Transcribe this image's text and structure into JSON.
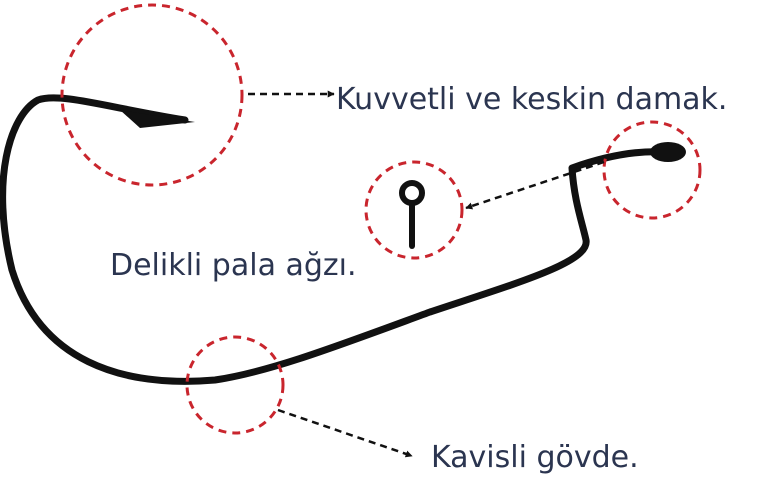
{
  "labels": {
    "barb": "Kuvvetli ve keskin damak.",
    "eye": "Delikli pala ağzı.",
    "bend": "Kavisli gövde."
  },
  "colors": {
    "hook": "#111111",
    "circle": "#c9252d",
    "text": "#2b3550",
    "arrow": "#111111"
  }
}
